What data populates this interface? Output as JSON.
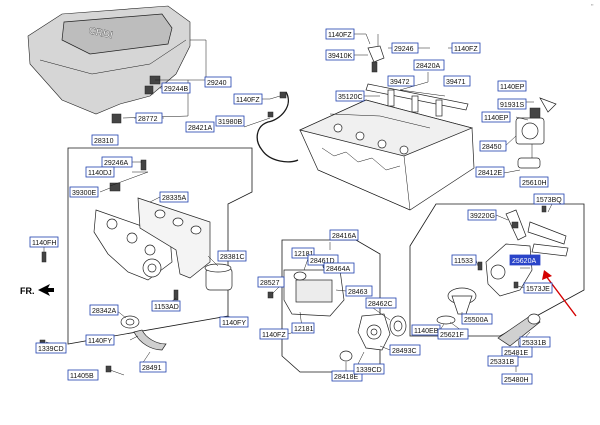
{
  "direction_label": "FR.",
  "corner_mark": "\"",
  "cover_brand_text": "CRDI",
  "labels": [
    {
      "id": "lbl-29240",
      "text": "29240"
    },
    {
      "id": "lbl-29244b",
      "text": "29244B"
    },
    {
      "id": "lbl-28772",
      "text": "28772"
    },
    {
      "id": "lbl-1140fz-a",
      "text": "1140FZ"
    },
    {
      "id": "lbl-39410k",
      "text": "39410K"
    },
    {
      "id": "lbl-29246",
      "text": "29246"
    },
    {
      "id": "lbl-1140fz-b",
      "text": "1140FZ"
    },
    {
      "id": "lbl-28420a",
      "text": "28420A"
    },
    {
      "id": "lbl-39472",
      "text": "39472"
    },
    {
      "id": "lbl-39471",
      "text": "39471"
    },
    {
      "id": "lbl-1140ep-a",
      "text": "1140EP"
    },
    {
      "id": "lbl-91931s",
      "text": "91931S"
    },
    {
      "id": "lbl-1140ep-b",
      "text": "1140EP"
    },
    {
      "id": "lbl-1140fz-c",
      "text": "1140FZ"
    },
    {
      "id": "lbl-35120c",
      "text": "35120C"
    },
    {
      "id": "lbl-28421a",
      "text": "28421A"
    },
    {
      "id": "lbl-31980b",
      "text": "31980B"
    },
    {
      "id": "lbl-28450",
      "text": "28450"
    },
    {
      "id": "lbl-28412e",
      "text": "28412E"
    },
    {
      "id": "lbl-25610h",
      "text": "25610H"
    },
    {
      "id": "lbl-28310",
      "text": "28310"
    },
    {
      "id": "lbl-29246a",
      "text": "29246A"
    },
    {
      "id": "lbl-1140dj",
      "text": "1140DJ"
    },
    {
      "id": "lbl-39300e",
      "text": "39300E"
    },
    {
      "id": "lbl-28335a",
      "text": "28335A"
    },
    {
      "id": "lbl-1140fh",
      "text": "1140FH"
    },
    {
      "id": "lbl-28381c",
      "text": "28381C"
    },
    {
      "id": "lbl-1153ad",
      "text": "1153AD"
    },
    {
      "id": "lbl-28342a",
      "text": "28342A"
    },
    {
      "id": "lbl-1140fy-a",
      "text": "1140FY"
    },
    {
      "id": "lbl-1140fy-b",
      "text": "1140FY"
    },
    {
      "id": "lbl-1339cd-a",
      "text": "1339CD"
    },
    {
      "id": "lbl-11405b",
      "text": "11405B"
    },
    {
      "id": "lbl-28491",
      "text": "28491"
    },
    {
      "id": "lbl-28416a",
      "text": "28416A"
    },
    {
      "id": "lbl-12181-a",
      "text": "12181"
    },
    {
      "id": "lbl-28461d",
      "text": "28461D"
    },
    {
      "id": "lbl-28464a",
      "text": "28464A"
    },
    {
      "id": "lbl-28527",
      "text": "28527"
    },
    {
      "id": "lbl-28463",
      "text": "28463"
    },
    {
      "id": "lbl-28462c",
      "text": "28462C"
    },
    {
      "id": "lbl-12181-b",
      "text": "12181"
    },
    {
      "id": "lbl-1140fz-d",
      "text": "1140FZ"
    },
    {
      "id": "lbl-28493c",
      "text": "28493C"
    },
    {
      "id": "lbl-28418e",
      "text": "28418E"
    },
    {
      "id": "lbl-1339cd-b",
      "text": "1339CD"
    },
    {
      "id": "lbl-39220g",
      "text": "39220G"
    },
    {
      "id": "lbl-1573bq",
      "text": "1573BQ"
    },
    {
      "id": "lbl-11533",
      "text": "11533"
    },
    {
      "id": "lbl-25620a",
      "text": "25620A"
    },
    {
      "id": "lbl-1573je",
      "text": "1573JE"
    },
    {
      "id": "lbl-1140eb",
      "text": "1140EB"
    },
    {
      "id": "lbl-25500a",
      "text": "25500A"
    },
    {
      "id": "lbl-25621f",
      "text": "25621F"
    },
    {
      "id": "lbl-25331b",
      "text": "25331B"
    },
    {
      "id": "lbl-25481e",
      "text": "25481E"
    },
    {
      "id": "lbl-25331b-2",
      "text": "25331B"
    },
    {
      "id": "lbl-25480h",
      "text": "25480H"
    }
  ],
  "highlight_label": "lbl-25620a",
  "colors": {
    "label_border": "#1f3fae",
    "highlight_fill": "#2a44c9",
    "arrow": "#d40000"
  }
}
